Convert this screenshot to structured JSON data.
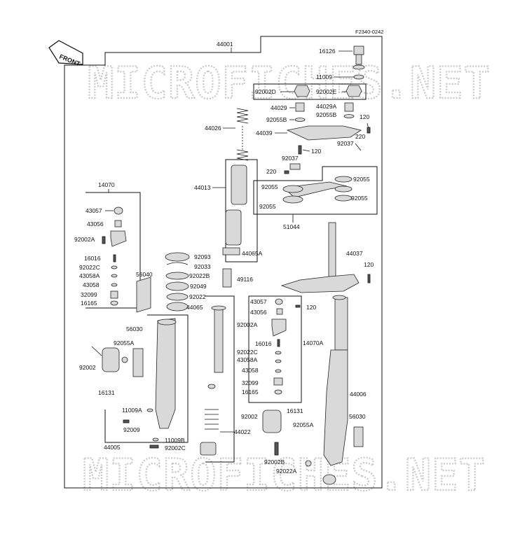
{
  "diagram": {
    "figure_code": "F2340-0242",
    "front_arrow": "FRONT",
    "watermarks": [
      "MICROFICHES.NET",
      "MICROFICHES.NET"
    ],
    "labels": {
      "44001": "44001",
      "16126": "16126",
      "11009": "11009",
      "92002D": "92002D",
      "92002E": "92002E",
      "44029": "44029",
      "44029A": "44029A",
      "92055B_l": "92055B",
      "92055B_r": "92055B",
      "120_a": "120",
      "44026": "44026",
      "44039": "44039",
      "220_a": "220",
      "92037_r": "92037",
      "120_b": "120",
      "92037_l": "92037",
      "220_b": "220",
      "92055_1": "92055",
      "92055_2": "92055",
      "92055_3": "92055",
      "92055_4": "92055",
      "51044": "51044",
      "44013": "44013",
      "14070": "14070",
      "43057_l": "43057",
      "43056_l": "43056",
      "92002A_l": "92002A",
      "16016_l": "16016",
      "92022C_l": "92022C",
      "43058A_l": "43058A",
      "43058_l": "43058",
      "32099_l": "32099",
      "16165_l": "16165",
      "44065A": "44065A",
      "92093": "92093",
      "92033": "92033",
      "92022B": "92022B",
      "92049": "92049",
      "92022": "92022",
      "44065": "44065",
      "49116": "49116",
      "56040": "56040",
      "44037": "44037",
      "120_c": "120",
      "120_d": "120",
      "43057_r": "43057",
      "43056_r": "43056",
      "92002A_r": "92002A",
      "16016_r": "16016",
      "92022C_r": "92022C",
      "43058A_r": "43058A",
      "43058_r": "43058",
      "32099_r": "32099",
      "16165_r": "16165",
      "14070A": "14070A",
      "56030_l": "56030",
      "92055A_l": "92055A",
      "92002_l": "92002",
      "16131_l": "16131",
      "11009A": "11009A",
      "92009": "92009",
      "11009B": "11009B",
      "92002C": "92002C",
      "44005": "44005",
      "44022": "44022",
      "44006": "44006",
      "16131_r": "16131",
      "92002_r": "92002",
      "92055A_r": "92055A",
      "56030_r": "56030",
      "92002B": "92002B",
      "92022A": "92022A"
    }
  }
}
